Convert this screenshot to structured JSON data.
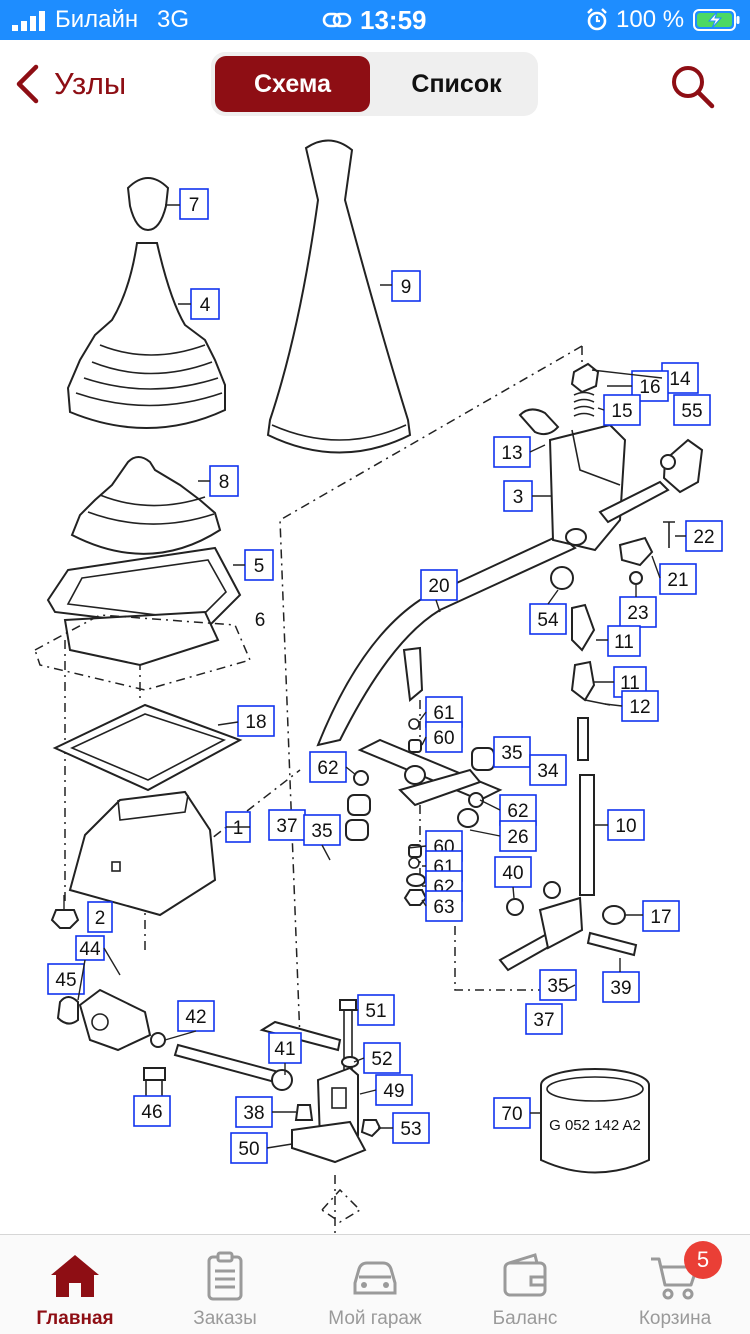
{
  "status_bar": {
    "carrier": "Билайн",
    "network": "3G",
    "time": "13:59",
    "battery": "100 %"
  },
  "nav": {
    "back_label": "Узлы",
    "segments": [
      "Схема",
      "Список"
    ],
    "active_segment": "Схема",
    "accent_color": "#8e0e14"
  },
  "diagram": {
    "part_numbers": [
      "7",
      "9",
      "4",
      "14",
      "16",
      "15",
      "55",
      "13",
      "3",
      "8",
      "22",
      "5",
      "21",
      "6",
      "20",
      "23",
      "54",
      "11",
      "11",
      "12",
      "18",
      "61",
      "60",
      "35",
      "34",
      "62",
      "62",
      "1",
      "37",
      "35",
      "26",
      "60",
      "10",
      "61",
      "40",
      "62",
      "63",
      "2",
      "17",
      "44",
      "45",
      "39",
      "35",
      "42",
      "51",
      "37",
      "46",
      "41",
      "52",
      "49",
      "70",
      "38",
      "53",
      "50"
    ],
    "part_code_text": "G 052 142 A2"
  },
  "tab_bar": {
    "tabs": [
      {
        "label": "Главная",
        "icon": "home-icon",
        "active": true
      },
      {
        "label": "Заказы",
        "icon": "clipboard-icon",
        "active": false
      },
      {
        "label": "Мой гараж",
        "icon": "car-icon",
        "active": false
      },
      {
        "label": "Баланс",
        "icon": "wallet-icon",
        "active": false
      },
      {
        "label": "Корзина",
        "icon": "cart-icon",
        "active": false
      }
    ],
    "cart_badge": "5",
    "active_color": "#8e0e14",
    "inactive_color": "#9a9a9a"
  }
}
